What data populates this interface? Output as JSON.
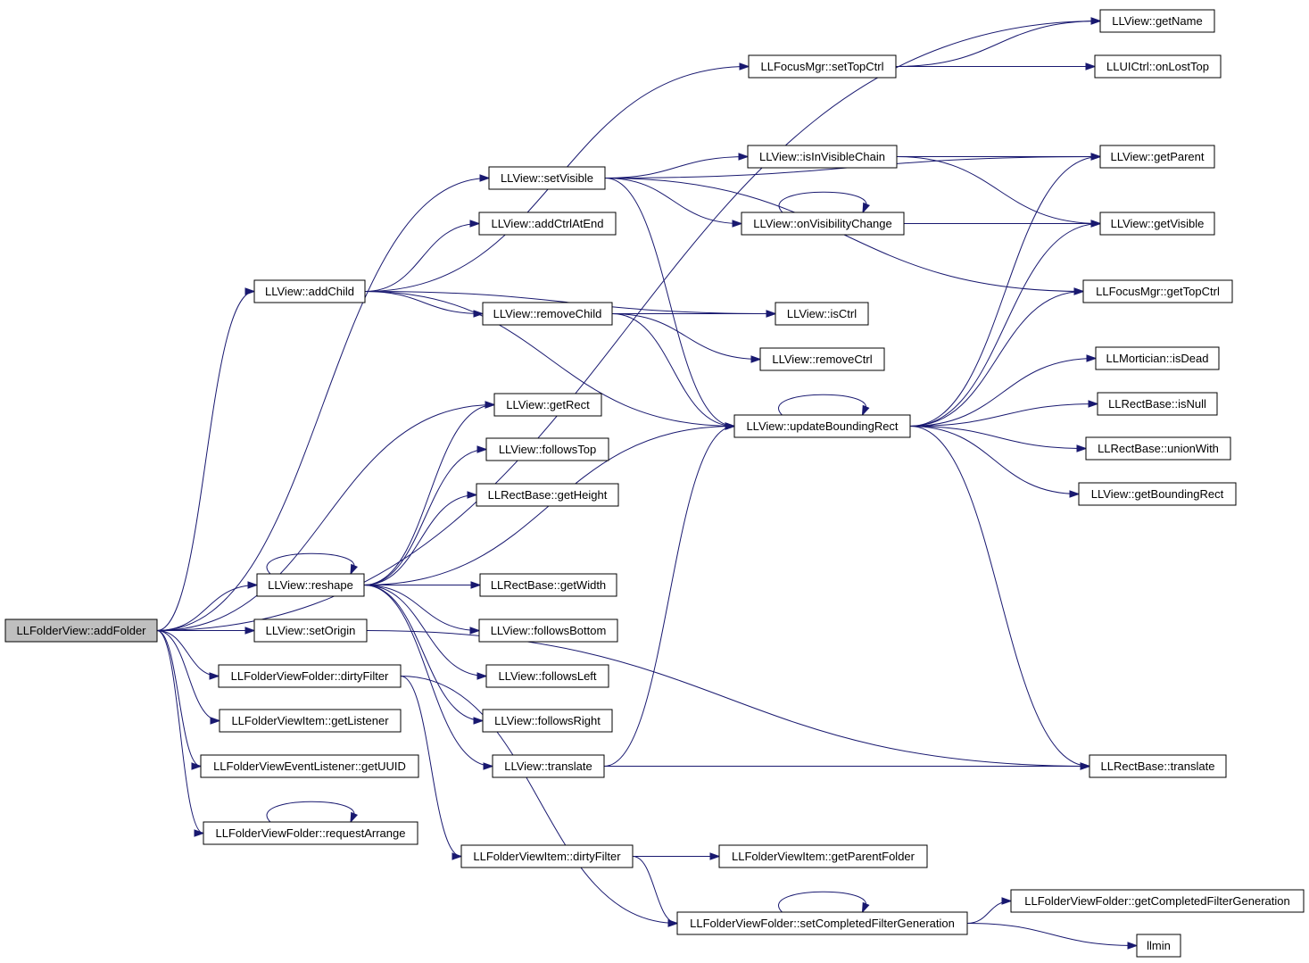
{
  "nodes": {
    "addFolder": "LLFolderView::addFolder",
    "addChild": "LLView::addChild",
    "setVisible": "LLView::setVisible",
    "addCtrlAtEnd": "LLView::addCtrlAtEnd",
    "reshape": "LLView::reshape",
    "setOrigin": "LLView::setOrigin",
    "vfDirtyFilter": "LLFolderViewFolder::dirtyFilter",
    "getListener": "LLFolderViewItem::getListener",
    "getUUID": "LLFolderViewEventListener::getUUID",
    "requestArrange": "LLFolderViewFolder::requestArrange",
    "removeChild": "LLView::removeChild",
    "getRect": "LLView::getRect",
    "followsTop": "LLView::followsTop",
    "getHeight": "LLRectBase::getHeight",
    "getWidth": "LLRectBase::getWidth",
    "followsBottom": "LLView::followsBottom",
    "followsLeft": "LLView::followsLeft",
    "followsRight": "LLView::followsRight",
    "viewTranslate": "LLView::translate",
    "viDirtyFilter": "LLFolderViewItem::dirtyFilter",
    "setTopCtrl": "LLFocusMgr::setTopCtrl",
    "isInVisibleChain": "LLView::isInVisibleChain",
    "onVisibilityChange": "LLView::onVisibilityChange",
    "isCtrl": "LLView::isCtrl",
    "removeCtrl": "LLView::removeCtrl",
    "updateBoundingRect": "LLView::updateBoundingRect",
    "getParentFolder": "LLFolderViewItem::getParentFolder",
    "setCompleted": "LLFolderViewFolder::setCompletedFilterGeneration",
    "getName": "LLView::getName",
    "onLostTop": "LLUICtrl::onLostTop",
    "getParent": "LLView::getParent",
    "getVisible": "LLView::getVisible",
    "getTopCtrl": "LLFocusMgr::getTopCtrl",
    "isDead": "LLMortician::isDead",
    "isNull": "LLRectBase::isNull",
    "unionWith": "LLRectBase::unionWith",
    "getBoundingRect": "LLView::getBoundingRect",
    "rectTranslate": "LLRectBase::translate",
    "getCompleted": "LLFolderViewFolder::getCompletedFilterGeneration",
    "llmin": "llmin"
  },
  "edges": [
    [
      "addFolder",
      "addChild"
    ],
    [
      "addFolder",
      "setVisible"
    ],
    [
      "addFolder",
      "getRect"
    ],
    [
      "addFolder",
      "reshape"
    ],
    [
      "addFolder",
      "setOrigin"
    ],
    [
      "addFolder",
      "vfDirtyFilter"
    ],
    [
      "addFolder",
      "getListener"
    ],
    [
      "addFolder",
      "getUUID"
    ],
    [
      "addFolder",
      "requestArrange"
    ],
    [
      "addFolder",
      "getName"
    ],
    [
      "addChild",
      "addCtrlAtEnd"
    ],
    [
      "addChild",
      "removeChild"
    ],
    [
      "addChild",
      "isCtrl"
    ],
    [
      "addChild",
      "updateBoundingRect"
    ],
    [
      "addChild",
      "setTopCtrl"
    ],
    [
      "setVisible",
      "isInVisibleChain"
    ],
    [
      "setVisible",
      "onVisibilityChange"
    ],
    [
      "setVisible",
      "getParent"
    ],
    [
      "setVisible",
      "getTopCtrl"
    ],
    [
      "setVisible",
      "updateBoundingRect"
    ],
    [
      "removeChild",
      "isCtrl"
    ],
    [
      "removeChild",
      "removeCtrl"
    ],
    [
      "removeChild",
      "updateBoundingRect"
    ],
    [
      "reshape",
      "reshape"
    ],
    [
      "reshape",
      "getRect"
    ],
    [
      "reshape",
      "followsTop"
    ],
    [
      "reshape",
      "getHeight"
    ],
    [
      "reshape",
      "getWidth"
    ],
    [
      "reshape",
      "followsBottom"
    ],
    [
      "reshape",
      "followsLeft"
    ],
    [
      "reshape",
      "followsRight"
    ],
    [
      "reshape",
      "viewTranslate"
    ],
    [
      "reshape",
      "updateBoundingRect"
    ],
    [
      "setOrigin",
      "rectTranslate"
    ],
    [
      "vfDirtyFilter",
      "viDirtyFilter"
    ],
    [
      "vfDirtyFilter",
      "setCompleted"
    ],
    [
      "requestArrange",
      "requestArrange"
    ],
    [
      "viewTranslate",
      "rectTranslate"
    ],
    [
      "viewTranslate",
      "updateBoundingRect"
    ],
    [
      "viDirtyFilter",
      "getParentFolder"
    ],
    [
      "viDirtyFilter",
      "setCompleted"
    ],
    [
      "setTopCtrl",
      "getName"
    ],
    [
      "setTopCtrl",
      "onLostTop"
    ],
    [
      "isInVisibleChain",
      "getParent"
    ],
    [
      "isInVisibleChain",
      "getVisible"
    ],
    [
      "onVisibilityChange",
      "onVisibilityChange"
    ],
    [
      "onVisibilityChange",
      "getVisible"
    ],
    [
      "updateBoundingRect",
      "updateBoundingRect"
    ],
    [
      "updateBoundingRect",
      "getParent"
    ],
    [
      "updateBoundingRect",
      "getVisible"
    ],
    [
      "updateBoundingRect",
      "getTopCtrl"
    ],
    [
      "updateBoundingRect",
      "isDead"
    ],
    [
      "updateBoundingRect",
      "isNull"
    ],
    [
      "updateBoundingRect",
      "unionWith"
    ],
    [
      "updateBoundingRect",
      "getBoundingRect"
    ],
    [
      "updateBoundingRect",
      "rectTranslate"
    ],
    [
      "setCompleted",
      "setCompleted"
    ],
    [
      "setCompleted",
      "getCompleted"
    ],
    [
      "setCompleted",
      "llmin"
    ]
  ],
  "colors": {
    "edge": "#191970",
    "node_border": "#000000",
    "node_fill": "#ffffff",
    "root_fill": "#bfbfbf"
  }
}
